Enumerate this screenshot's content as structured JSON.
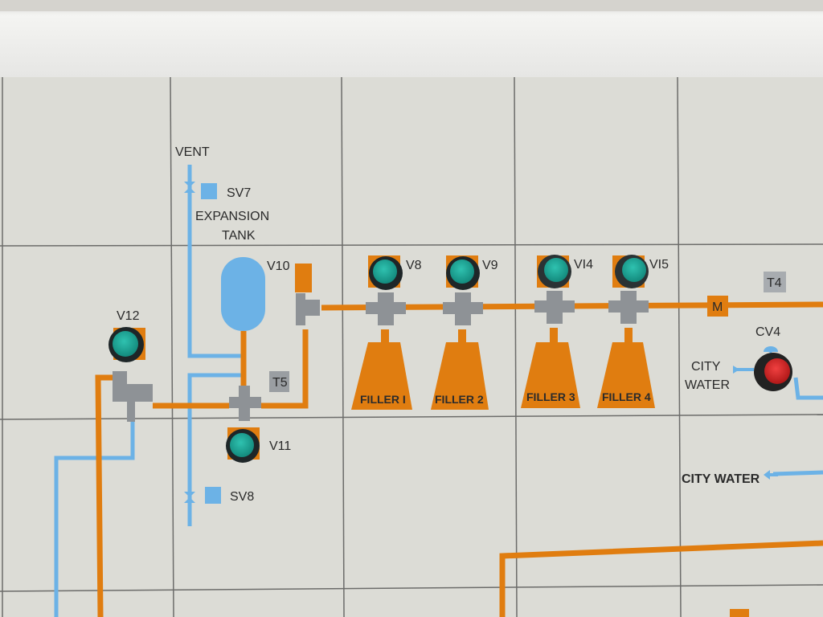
{
  "labels": {
    "vent": "VENT",
    "sv7": "SV7",
    "expansion_tank_1": "EXPANSION",
    "expansion_tank_2": "TANK",
    "v10": "V10",
    "v12": "V12",
    "t5": "T5",
    "v11": "V11",
    "sv8": "SV8",
    "t4": "T4",
    "m": "M",
    "cv4": "CV4",
    "city_water_1": "CITY",
    "city_water_2": "WATER",
    "city_water_return": "CITY WATER"
  },
  "fillers": [
    {
      "valve": "V8",
      "name": "FILLER I"
    },
    {
      "valve": "V9",
      "name": "FILLER 2"
    },
    {
      "valve": "VI4",
      "name": "FILLER 3"
    },
    {
      "valve": "VI5",
      "name": "FILLER 4"
    }
  ],
  "colors": {
    "pipe_hot": "#e07d10",
    "pipe_cold": "#6cb2e6",
    "fitting": "#8e9296",
    "button_green": "#1fa596",
    "button_red": "#d42424",
    "panel": "#dcdcd6"
  }
}
